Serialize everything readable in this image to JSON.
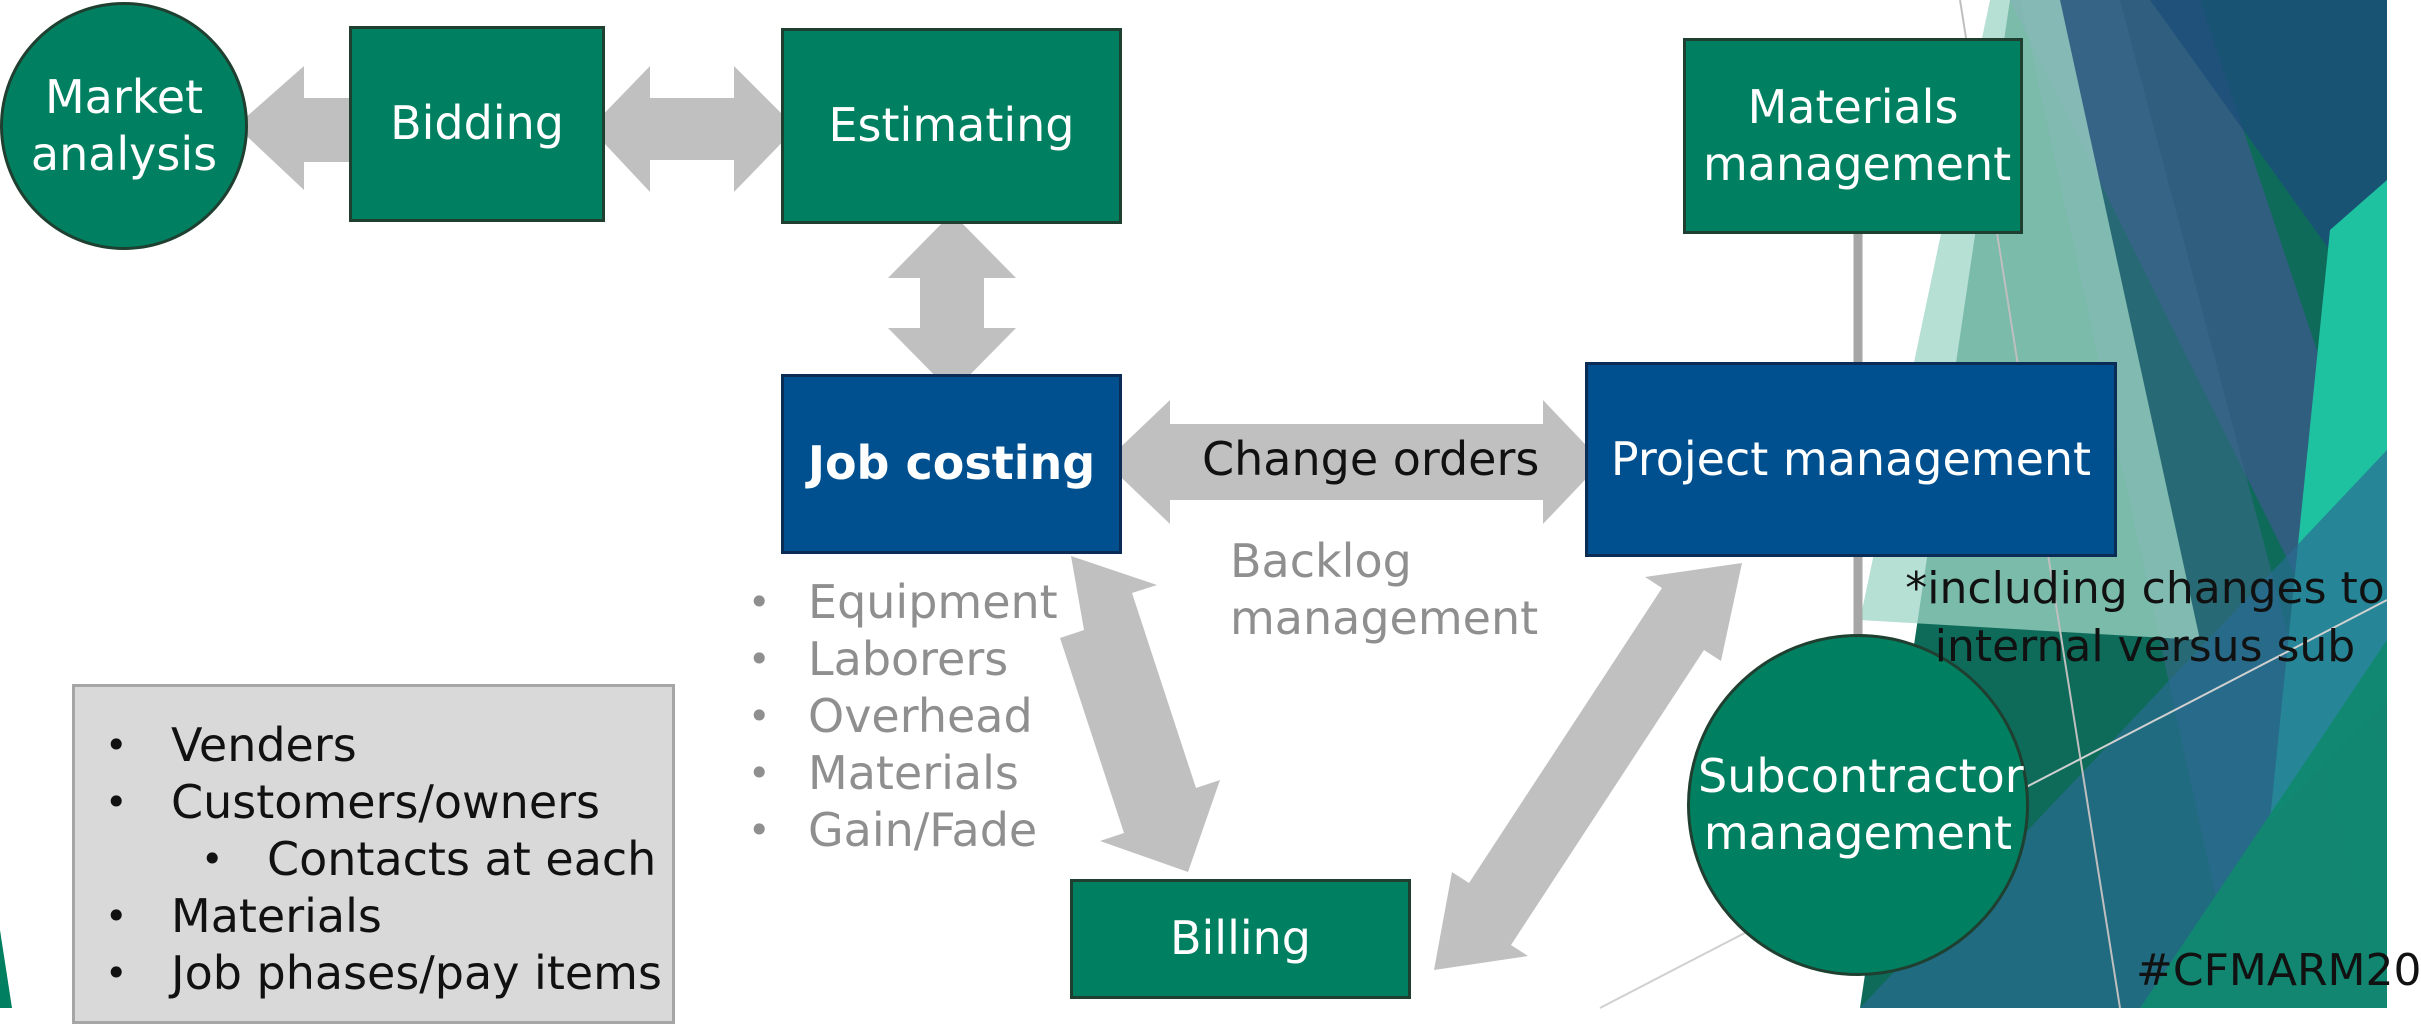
{
  "nodes": {
    "market_analysis": "Market analysis",
    "bidding": "Bidding",
    "estimating": "Estimating",
    "materials_management": "Materials management",
    "job_costing": "Job costing",
    "project_management": "Project management",
    "subcontractor_management": "Subcontractor management",
    "billing": "Billing"
  },
  "labels": {
    "change_orders": "Change orders",
    "backlog": "Backlog management"
  },
  "job_cost_items": [
    "Equipment",
    "Laborers",
    "Overhead",
    "Materials",
    "Gain/Fade"
  ],
  "master_data": {
    "items": [
      "Venders",
      "Customers/owners",
      "Contacts at each",
      "Materials",
      "Job phases/pay items"
    ]
  },
  "note": {
    "line1": "*including changes to",
    "line2": "internal versus sub"
  },
  "hashtag": "#CFMARM20",
  "colors": {
    "green": "#008060",
    "blue": "#00508f",
    "arrow_gray": "#c0c0c0",
    "muted_text": "#8f8f8f"
  }
}
